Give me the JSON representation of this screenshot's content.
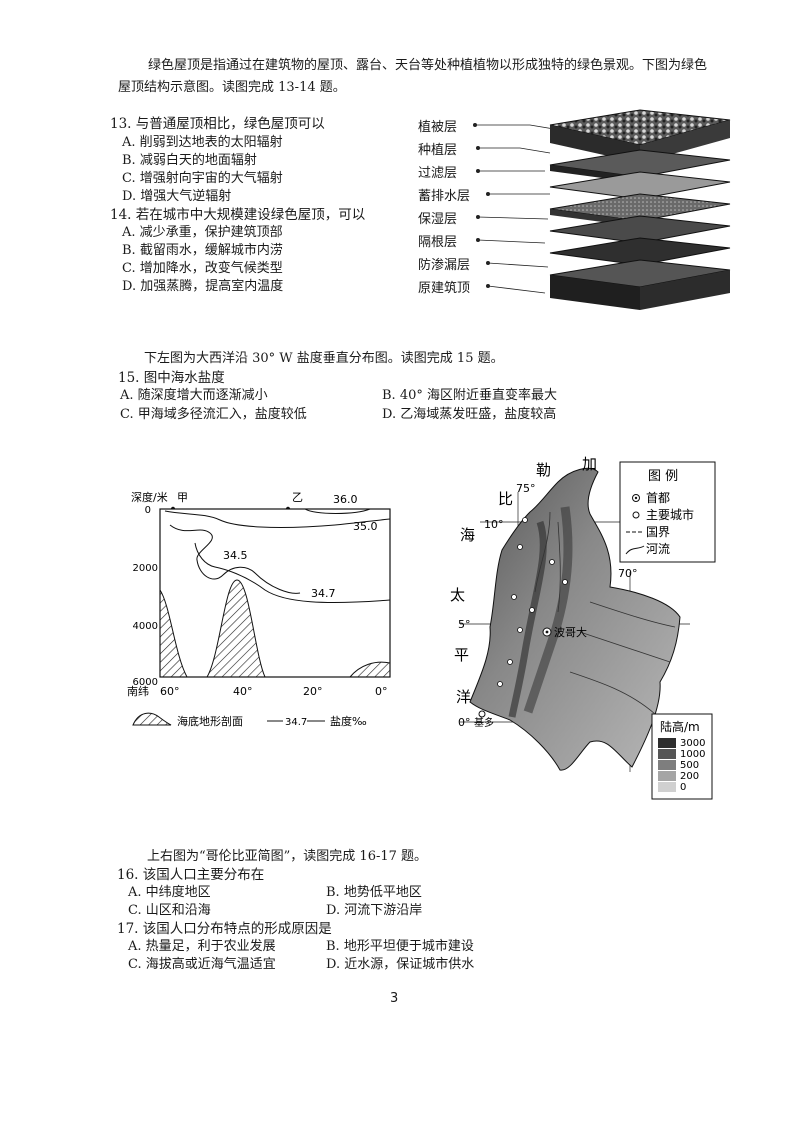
{
  "intro1": {
    "line1": "绿色屋顶是指通过在建筑物的屋顶、露台、天台等处种植植物以形成独特的绿色景观。下图为绿色",
    "line2": "屋顶结构示意图。读图完成 13-14 题。"
  },
  "q13": {
    "stem": "13. 与普通屋顶相比，绿色屋顶可以",
    "options": [
      "A. 削弱到达地表的太阳辐射",
      "B. 减弱白天的地面辐射",
      "C. 增强射向宇宙的大气辐射",
      "D. 增强大气逆辐射"
    ]
  },
  "q14": {
    "stem": "14. 若在城市中大规模建设绿色屋顶，可以",
    "options": [
      "A. 减少承重，保护建筑顶部",
      "B. 截留雨水，缓解城市内涝",
      "C. 增加降水，改变气候类型",
      "D. 加强蒸腾，提高室内温度"
    ]
  },
  "roof_layers": [
    "植被层",
    "种植层",
    "过滤层",
    "蓄排水层",
    "保湿层",
    "隔根层",
    "防渗漏层",
    "原建筑顶"
  ],
  "intro2": "下左图为大西洋沿 30° W 盐度垂直分布图。读图完成 15 题。",
  "q15": {
    "stem": "15. 图中海水盐度",
    "options": [
      "A. 随深度增大而逐渐减小",
      "B. 40° 海区附近垂直变率最大",
      "C. 甲海域多径流汇入，盐度较低",
      "D. 乙海域蒸发旺盛，盐度较高"
    ]
  },
  "salinity_chart": {
    "ylabel": "深度/米",
    "point_jia": "甲",
    "point_yi": "乙",
    "y_ticks": [
      "0",
      "2000",
      "4000",
      "6000"
    ],
    "x_prefix": "南纬",
    "x_ticks": [
      "60°",
      "40°",
      "20°",
      "0°"
    ],
    "isolines": [
      "36.0",
      "35.0",
      "34.5",
      "34.7"
    ],
    "legend_terrain": "海底地形剖面",
    "legend_sample": "34.7",
    "legend_salinity": "盐度‰"
  },
  "map": {
    "sea_labels": [
      "加",
      "勒",
      "比",
      "海"
    ],
    "ocean_labels": [
      "太",
      "平",
      "洋"
    ],
    "coords": [
      "75°",
      "10°",
      "70°",
      "5°",
      "0°"
    ],
    "capital": "波哥大",
    "city_label": "基多",
    "legend_title": "图 例",
    "legend_items": [
      "首都",
      "主要城市",
      "国界",
      "河流"
    ],
    "elev_title": "陆高/m",
    "elev_levels": [
      "3000",
      "1000",
      "500",
      "200",
      "0"
    ]
  },
  "intro3": "上右图为“哥伦比亚简图”，读图完成 16-17 题。",
  "q16": {
    "stem": "16. 该国人口主要分布在",
    "options": [
      "A. 中纬度地区",
      "B. 地势低平地区",
      "C. 山区和沿海",
      "D. 河流下游沿岸"
    ]
  },
  "q17": {
    "stem": "17. 该国人口分布特点的形成原因是",
    "options": [
      "A. 热量足，利于农业发展",
      "B. 地形平坦便于城市建设",
      "C. 海拔高或近海气温适宜",
      "D. 近水源，保证城市供水"
    ]
  },
  "page_number": "3"
}
